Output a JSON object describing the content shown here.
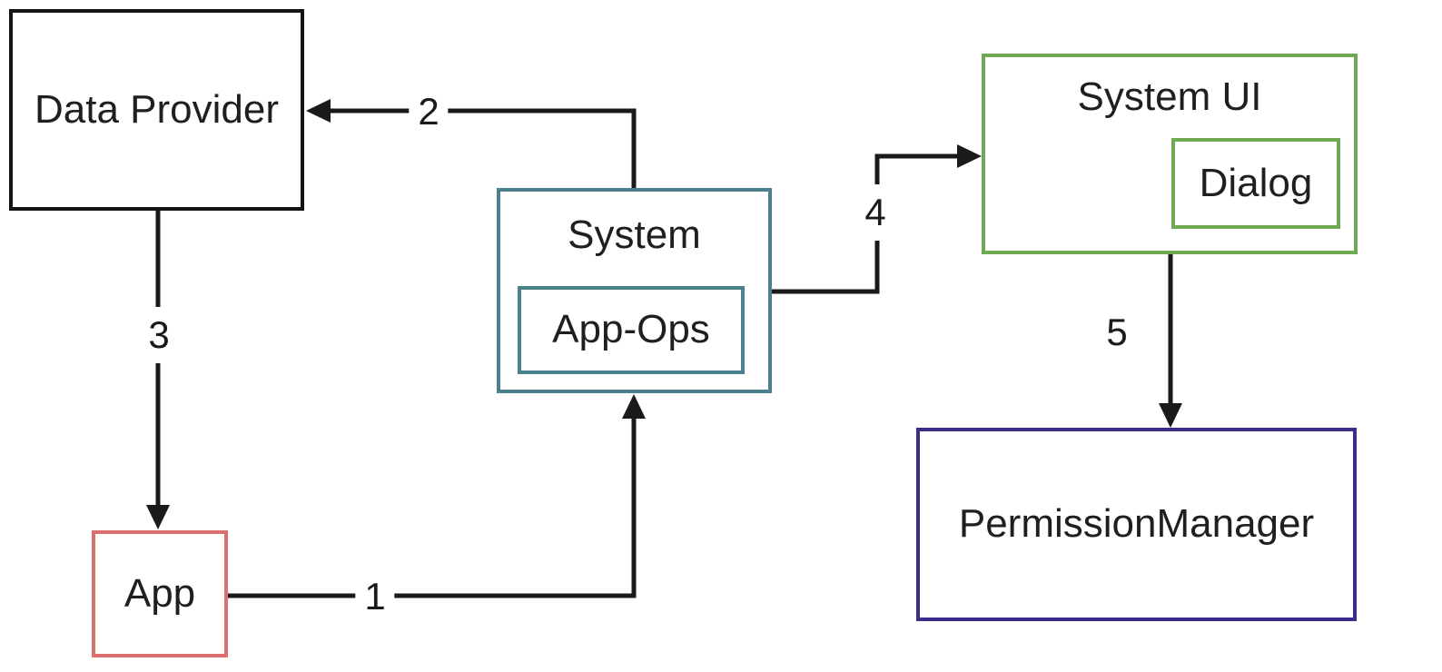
{
  "nodes": {
    "data_provider": {
      "label": "Data Provider",
      "border_color": "#141414"
    },
    "app": {
      "label": "App",
      "border_color": "#dd6f6f"
    },
    "system": {
      "label": "System",
      "border_color": "#4b818e",
      "child": {
        "label": "App-Ops"
      }
    },
    "system_ui": {
      "label": "System UI",
      "border_color": "#6fa852",
      "child": {
        "label": "Dialog"
      }
    },
    "permission_manager": {
      "label": "PermissionManager",
      "border_color": "#3c2d8c"
    }
  },
  "edges": [
    {
      "label": "1",
      "from": "App",
      "to": "System"
    },
    {
      "label": "2",
      "from": "System",
      "to": "Data Provider"
    },
    {
      "label": "3",
      "from": "Data Provider",
      "to": "App"
    },
    {
      "label": "4",
      "from": "System",
      "to": "System UI"
    },
    {
      "label": "5",
      "from": "System UI",
      "to": "PermissionManager"
    }
  ],
  "colors": {
    "connector": "#1a1a1a",
    "background": "#ffffff"
  }
}
